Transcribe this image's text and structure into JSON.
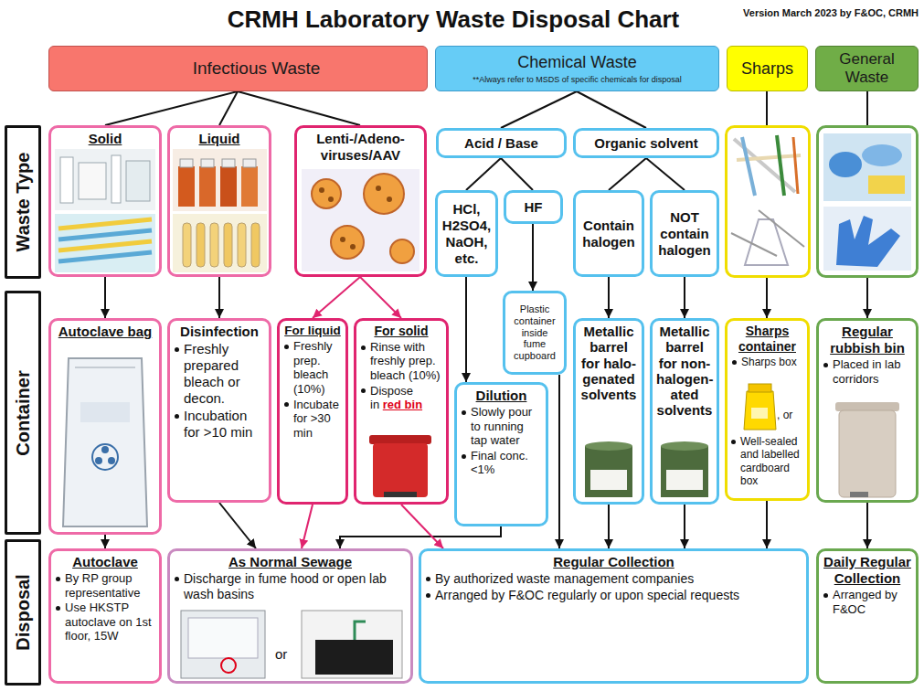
{
  "diagram": {
    "title": "CRMH Laboratory Waste Disposal Chart",
    "nodes": [
      {
        "text": [
          "Infectious Waste"
        ]
      },
      {
        "text": [
          "Chemical Waste",
          "**Always refer to MSDS of specific chemicals for disposal"
        ]
      },
      {
        "text": [
          "Sharps"
        ]
      },
      {
        "text": [
          "General Waste"
        ]
      },
      {
        "text": [
          "Waste Type"
        ]
      },
      {
        "text": [
          "Solid"
        ]
      },
      {
        "text": [
          "Liquid"
        ]
      },
      {
        "text": [
          "Lenti-/Adeno-viruses/AAV"
        ]
      },
      {
        "text": [
          "Acid / Base"
        ]
      },
      {
        "text": [
          "Organic solvent"
        ]
      },
      {
        "text": [
          "HCl, H2SO4, NaOH, etc."
        ]
      },
      {
        "text": [
          "HF"
        ]
      },
      {
        "text": [
          "Contain halogen"
        ]
      },
      {
        "text": [
          "NOT contain halogen"
        ]
      },
      {
        "text": [
          "Container"
        ]
      },
      {
        "text": [
          "Autoclave bag"
        ]
      },
      {
        "text": [
          "Disinfection",
          "Freshly prepared bleach or decon.",
          "Incubation for >10 min"
        ]
      },
      {
        "text": [
          "For liquid",
          "Freshly prep. bleach (10%)",
          "Incubate for >30 min"
        ]
      },
      {
        "text": [
          "For solid",
          "Rinse with freshly prep. bleach (10%)",
          "Dispose in",
          "red bin"
        ]
      },
      {
        "text": [
          "Plastic container inside fume cupboard"
        ]
      },
      {
        "text": [
          "Dilution",
          "Slowly pour to running tap water",
          "Final conc. <1%"
        ]
      },
      {
        "text": [
          "Metallic barrel for halo-genated solvents"
        ]
      },
      {
        "text": [
          "Metallic barrel for non-halogen-ated solvents"
        ]
      },
      {
        "text": [
          "Sharps container",
          "Sharps box",
          ", or",
          "Well-sealed and labelled cardboard box"
        ]
      },
      {
        "text": [
          "Regular rubbish bin",
          "Placed in lab corridors"
        ]
      },
      {
        "text": [
          "Disposal"
        ]
      },
      {
        "text": [
          "Autoclave",
          "By RP group representative",
          "Use HKSTP autoclave on 1st floor, 15W"
        ]
      },
      {
        "text": [
          "As Normal Sewage",
          "Discharge in fume hood or open lab wash basins",
          "or"
        ]
      },
      {
        "text": [
          "Regular Collection",
          "By authorized waste management companies",
          "Arranged by F&OC regularly or upon special requests"
        ]
      },
      {
        "text": [
          "Daily Regular Collection",
          "Arranged by F&OC"
        ]
      }
    ],
    "edges": [
      {
        "from": 0,
        "to": 5,
        "arrow": "none"
      },
      {
        "from": 0,
        "to": 6,
        "arrow": "none"
      },
      {
        "from": 0,
        "to": 7,
        "arrow": "none"
      },
      {
        "from": 1,
        "to": 8,
        "arrow": "none"
      },
      {
        "from": 1,
        "to": 9,
        "arrow": "none"
      },
      {
        "from": 2,
        "to": 23,
        "arrow": "to"
      },
      {
        "from": 3,
        "to": 24,
        "arrow": "to"
      },
      {
        "from": 8,
        "to": 10,
        "arrow": "none"
      },
      {
        "from": 8,
        "to": 11,
        "arrow": "none"
      },
      {
        "from": 9,
        "to": 12,
        "arrow": "none"
      },
      {
        "from": 9,
        "to": 13,
        "arrow": "none"
      },
      {
        "from": 5,
        "to": 15,
        "arrow": "to"
      },
      {
        "from": 6,
        "to": 16,
        "arrow": "to"
      },
      {
        "from": 7,
        "to": 17,
        "arrow": "to"
      },
      {
        "from": 7,
        "to": 18,
        "arrow": "to"
      },
      {
        "from": 10,
        "to": 20,
        "arrow": "to"
      },
      {
        "from": 11,
        "to": 19,
        "arrow": "to"
      },
      {
        "from": 12,
        "to": 21,
        "arrow": "to"
      },
      {
        "from": 13,
        "to": 22,
        "arrow": "to"
      },
      {
        "from": 15,
        "to": 26,
        "arrow": "to"
      },
      {
        "from": 16,
        "to": 27,
        "arrow": "to"
      },
      {
        "from": 17,
        "to": 27,
        "arrow": "to"
      },
      {
        "from": 20,
        "to": 27,
        "arrow": "to"
      },
      {
        "from": 18,
        "to": 28,
        "arrow": "to"
      },
      {
        "from": 19,
        "to": 28,
        "arrow": "to"
      },
      {
        "from": 21,
        "to": 28,
        "arrow": "to"
      },
      {
        "from": 22,
        "to": 28,
        "arrow": "to"
      },
      {
        "from": 23,
        "to": 28,
        "arrow": "to"
      },
      {
        "from": 24,
        "to": 29,
        "arrow": "to"
      }
    ],
    "labels": [
      "Version March 2023 by F&OC, CRMH"
    ]
  }
}
